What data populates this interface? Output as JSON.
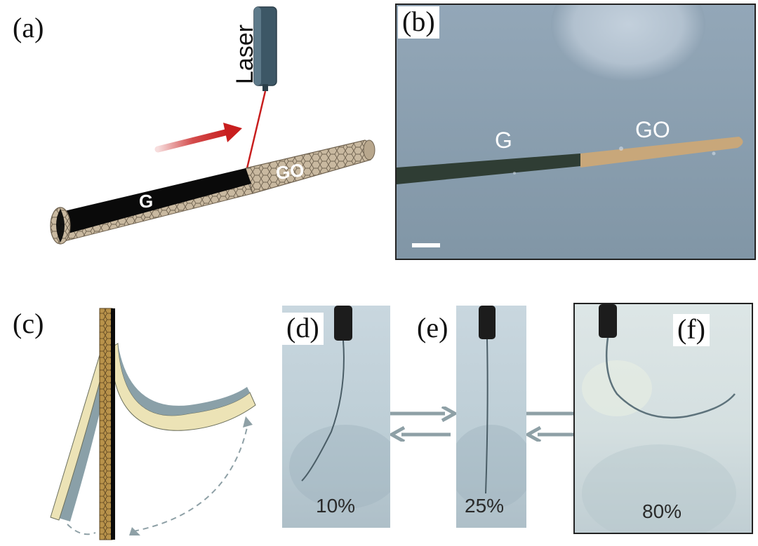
{
  "panels": {
    "a": {
      "letter": "(a)",
      "laser_label": "Laser",
      "g_label": "G",
      "go_label": "GO"
    },
    "b": {
      "letter": "(b)",
      "g_label": "G",
      "go_label": "GO"
    },
    "c": {
      "letter": "(c)"
    },
    "d": {
      "letter": "(d)",
      "percent": "10%"
    },
    "e": {
      "letter": "(e)",
      "percent": "25%"
    },
    "f": {
      "letter": "(f)",
      "percent": "80%"
    }
  },
  "colors": {
    "laser_red": "#c81e1e",
    "g_black": "#0a0a0a",
    "go_tan": "#c8a77a",
    "photo_bg": "#8fa3b4",
    "arrow_gray": "#8ea0a6",
    "fiber_cream": "#ece3b6",
    "fiber_gray": "#8aa0a8"
  }
}
